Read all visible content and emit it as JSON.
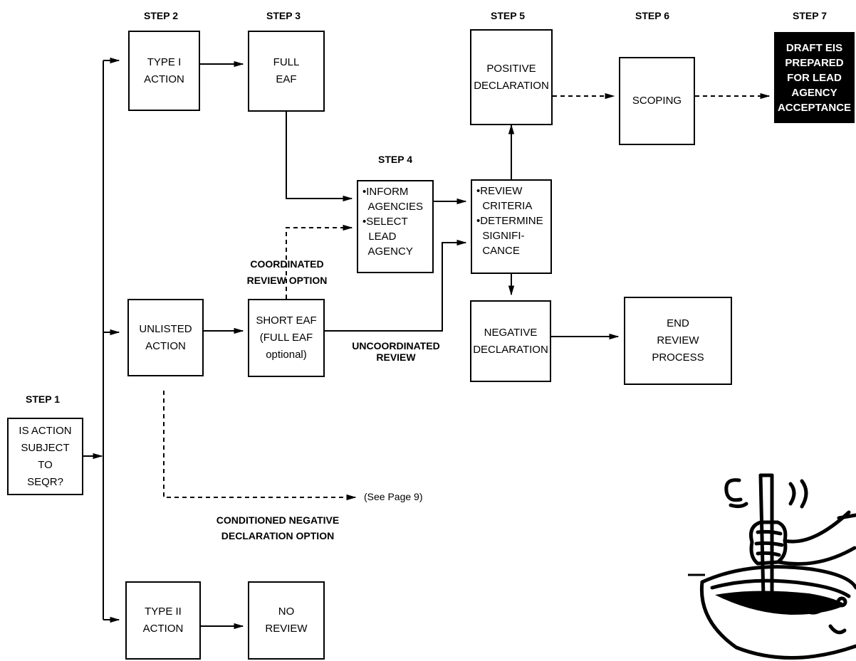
{
  "steps": {
    "s1": "STEP 1",
    "s2": "STEP 2",
    "s3": "STEP 3",
    "s4": "STEP 4",
    "s5": "STEP 5",
    "s6": "STEP 6",
    "s7": "STEP 7"
  },
  "boxes": {
    "is_action": [
      "IS ACTION",
      "SUBJECT",
      "TO",
      "SEQR?"
    ],
    "type1": [
      "TYPE I",
      "ACTION"
    ],
    "full_eaf": [
      "FULL",
      "EAF"
    ],
    "unlisted": [
      "UNLISTED",
      "ACTION"
    ],
    "short_eaf": [
      "SHORT EAF",
      "(FULL EAF",
      "optional)"
    ],
    "type2": [
      "TYPE II",
      "ACTION"
    ],
    "no_review": [
      "NO",
      "REVIEW"
    ],
    "inform": [
      "•INFORM",
      "  AGENCIES",
      "•SELECT",
      "  LEAD",
      "  AGENCY"
    ],
    "review": [
      "•REVIEW",
      "  CRITERIA",
      "•DETERMINE",
      "  SIGNIFI-",
      "  CANCE"
    ],
    "positive": [
      "POSITIVE",
      "DECLARATION"
    ],
    "negative": [
      "NEGATIVE",
      "DECLARATION"
    ],
    "scoping": [
      "SCOPING"
    ],
    "end_review": [
      "END",
      "REVIEW",
      "PROCESS"
    ],
    "draft_eis": [
      "DRAFT EIS",
      "PREPARED",
      "FOR LEAD",
      "AGENCY",
      "ACCEPTANCE"
    ]
  },
  "labels": {
    "coord": [
      "COORDINATED",
      "REVIEW OPTION"
    ],
    "uncoord": [
      "UNCOORDINATED",
      "REVIEW"
    ],
    "cond_neg": [
      "CONDITIONED NEGATIVE",
      "DECLARATION OPTION"
    ],
    "see_page": "(See Page 9)"
  },
  "colors": {
    "ink": "#000000",
    "paper": "#ffffff"
  },
  "icons": {
    "illustration": "hand-stirring-bowl-drawing"
  }
}
